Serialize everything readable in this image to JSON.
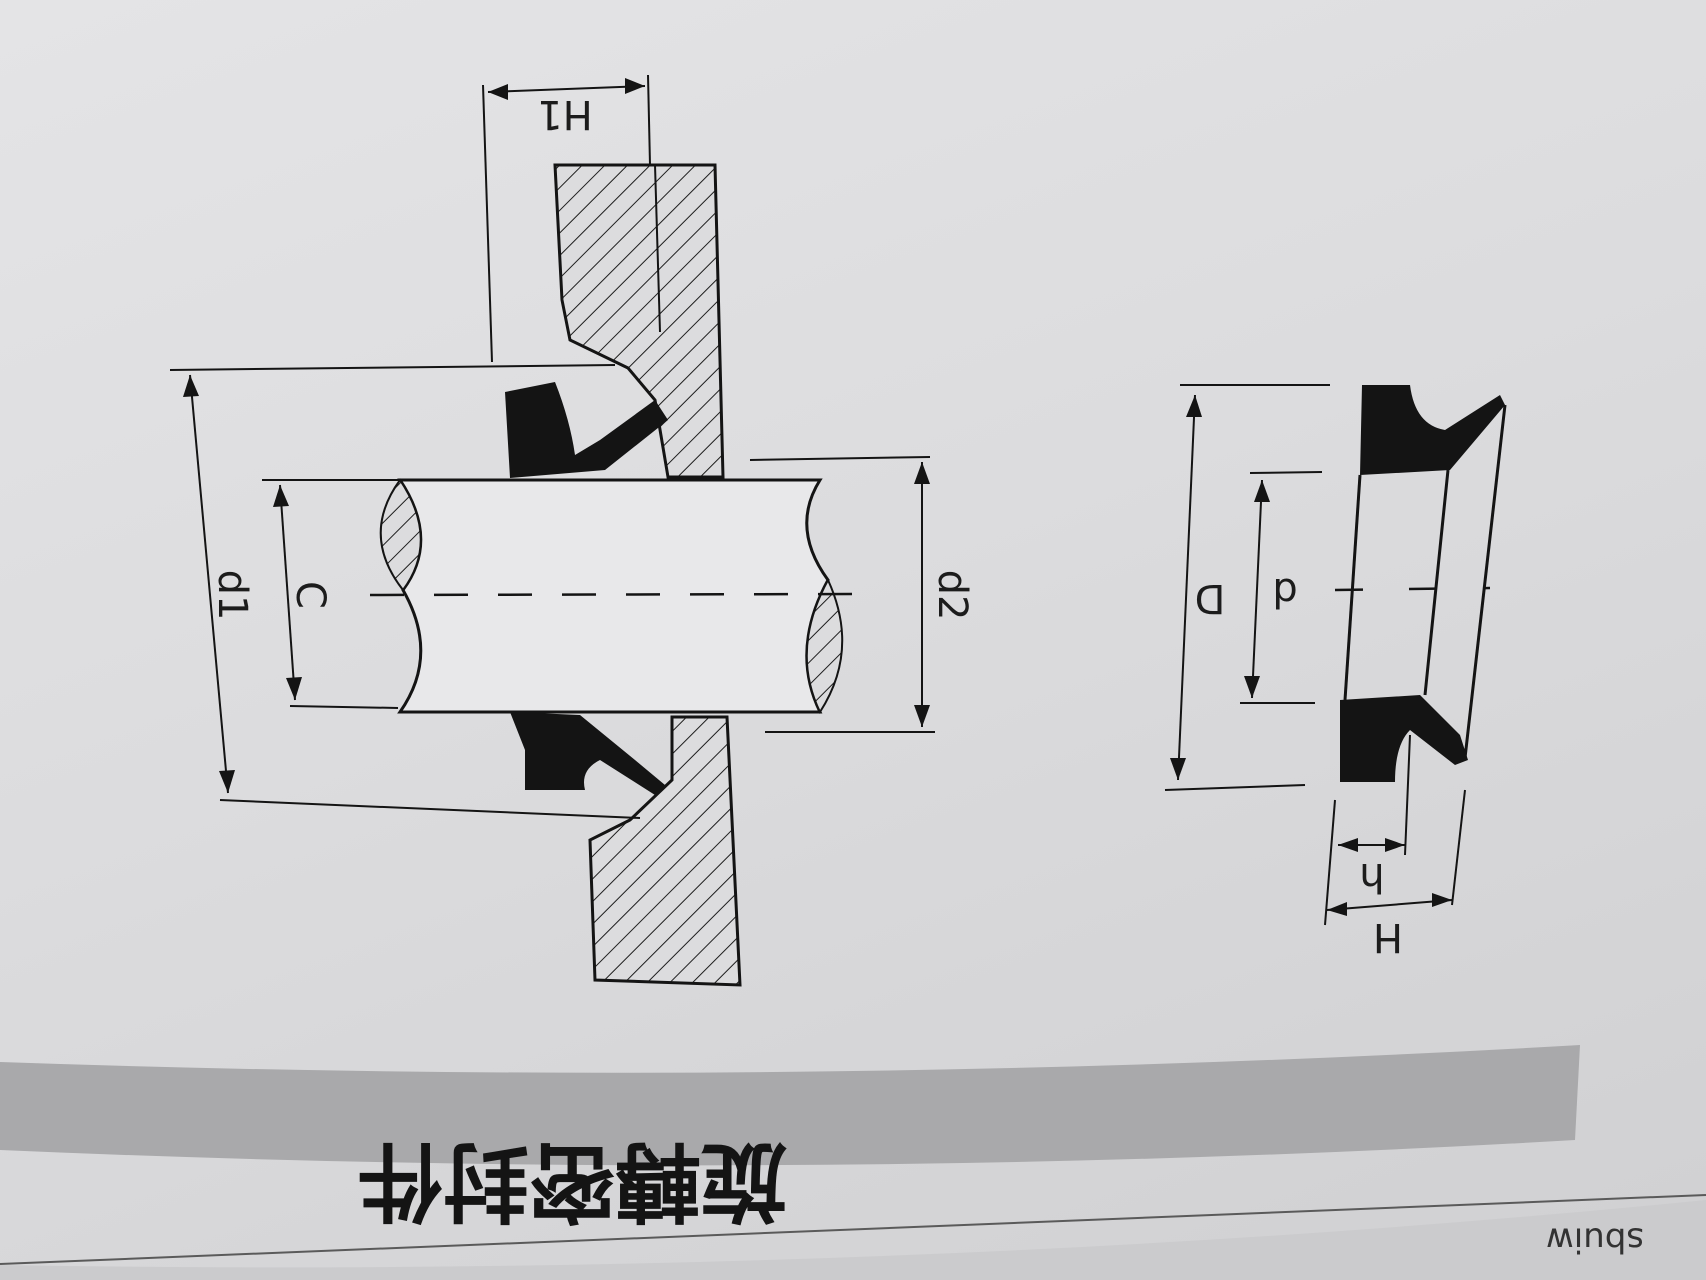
{
  "labels": {
    "H1": "H1",
    "C": "C",
    "d1": "d1",
    "d2": "d2",
    "D": "D",
    "d": "d",
    "h": "h",
    "H": "H"
  },
  "heading": "旋轉密封件",
  "footer": "sbuiw",
  "colors": {
    "page": "#dedee0",
    "ink": "#141414",
    "band": "#a9a9ab"
  }
}
